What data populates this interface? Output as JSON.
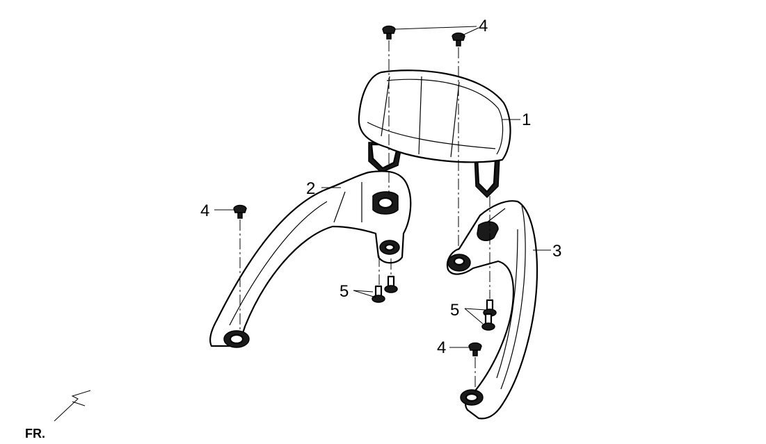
{
  "callouts": {
    "c1": "1",
    "c2": "2",
    "c3": "3",
    "c4_top": "4",
    "c4_left": "4",
    "c4_bottom": "4",
    "c5_left": "5",
    "c5_right": "5"
  },
  "front_indicator": "FR."
}
